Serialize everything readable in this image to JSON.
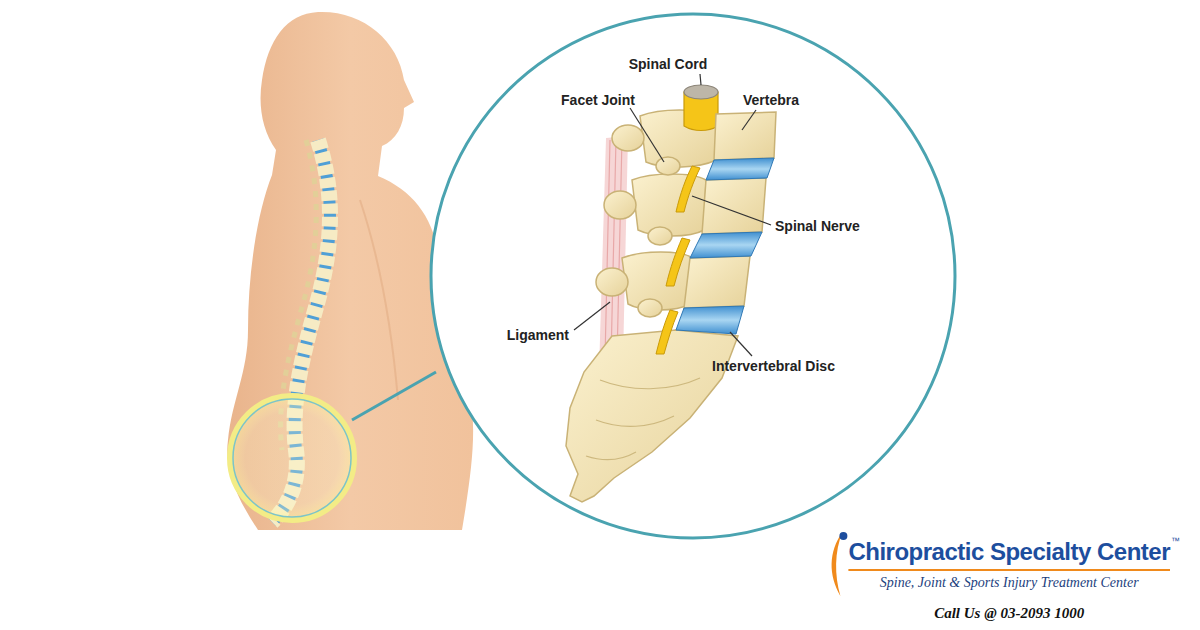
{
  "diagram": {
    "labels": [
      "Spinal Cord",
      "Facet Joint",
      "Vertebra",
      "Spinal Nerve",
      "Ligament",
      "Intervertebral Disc",
      "Chiropractic Specialty Center",
      "™",
      "Spine, Joint & Sports Injury Treatment Center",
      "Call Us @ 03-2093 1000"
    ]
  }
}
